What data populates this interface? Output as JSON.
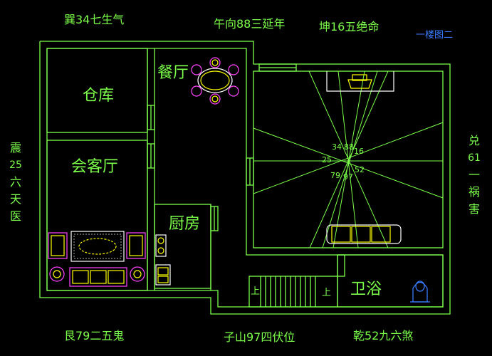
{
  "directions": {
    "top_left": "巽34七生气",
    "top_center": "午向88三延年",
    "top_right": "坤16五绝命",
    "bottom_left": "艮79二五鬼",
    "bottom_center": "子山97四伏位",
    "bottom_right": "乾52九六煞"
  },
  "side_left": [
    "震",
    "25",
    "六",
    "天",
    "医"
  ],
  "side_right": [
    "兑",
    "61",
    "一",
    "祸",
    "害"
  ],
  "drawing_title": "一楼图二",
  "rooms": {
    "storage": "仓库",
    "living": "会客厅",
    "dining": "餐厅",
    "kitchen": "厨房",
    "bathroom": "卫浴"
  },
  "center_marks": [
    "34",
    "88",
    "16",
    "25",
    "52",
    "79",
    "97"
  ],
  "stair_labels": [
    "上",
    "上"
  ],
  "colors": {
    "line": "#7cff4a",
    "wall": "#ffffff",
    "furniture": "#ffff00",
    "accent": "#ff44ff",
    "blue": "#3a7bff"
  }
}
